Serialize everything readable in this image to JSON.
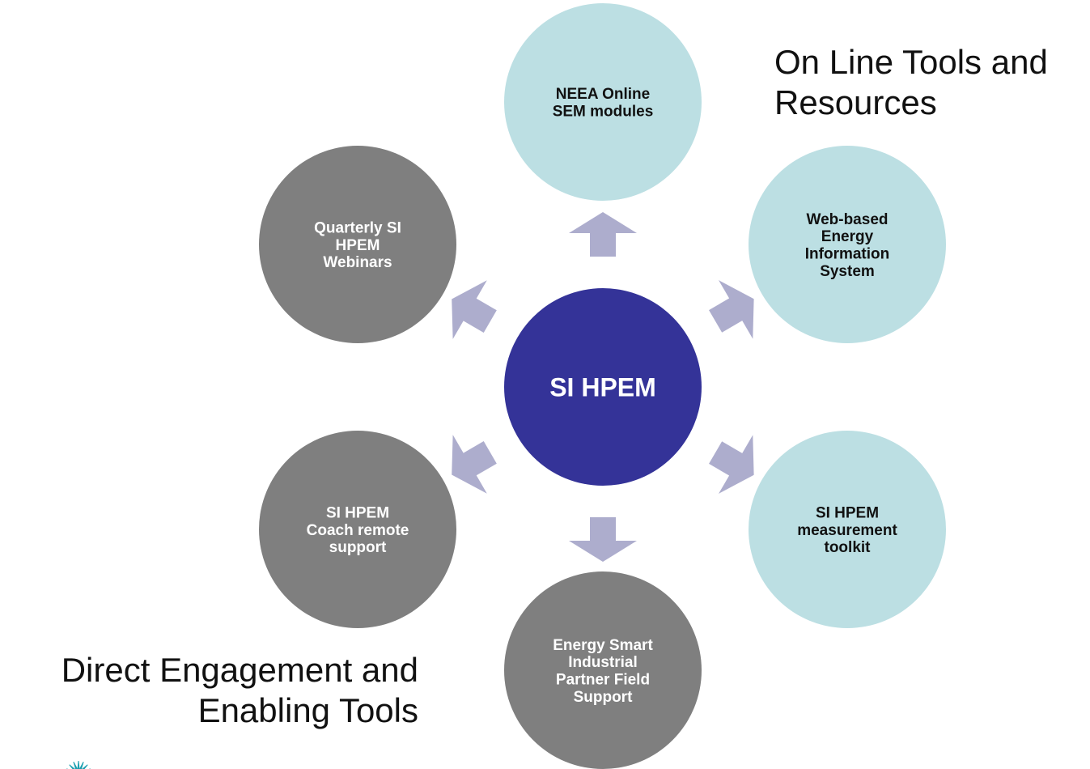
{
  "colors": {
    "center": "#343398",
    "online": "#bcdfe3",
    "direct": "#7f7f7f",
    "arrow": "#adadcd",
    "center_text": "#ffffff",
    "online_text": "#111111",
    "direct_text": "#ffffff",
    "logo": "#1a9fb0"
  },
  "center": {
    "label_lines": [
      "SI HPEM"
    ]
  },
  "nodes": [
    {
      "key": "top",
      "group": "online",
      "label_lines": [
        "NEEA Online",
        "SEM modules"
      ]
    },
    {
      "key": "upper-right",
      "group": "online",
      "label_lines": [
        "Web-based",
        "Energy",
        "Information",
        "System"
      ]
    },
    {
      "key": "lower-right",
      "group": "online",
      "label_lines": [
        "SI HPEM",
        "measurement",
        "toolkit"
      ]
    },
    {
      "key": "bottom",
      "group": "direct",
      "label_lines": [
        "Energy Smart",
        "Industrial",
        "Partner Field",
        "Support"
      ]
    },
    {
      "key": "lower-left",
      "group": "direct",
      "label_lines": [
        "SI HPEM",
        "Coach remote",
        "support"
      ]
    },
    {
      "key": "upper-left",
      "group": "direct",
      "label_lines": [
        "Quarterly SI",
        "HPEM",
        "Webinars"
      ]
    }
  ],
  "headings": {
    "online": [
      "On Line Tools and",
      "Resources"
    ],
    "direct": [
      "Direct Engagement and",
      "Enabling Tools"
    ]
  },
  "logo_icon": "teal-starburst-logo-icon"
}
